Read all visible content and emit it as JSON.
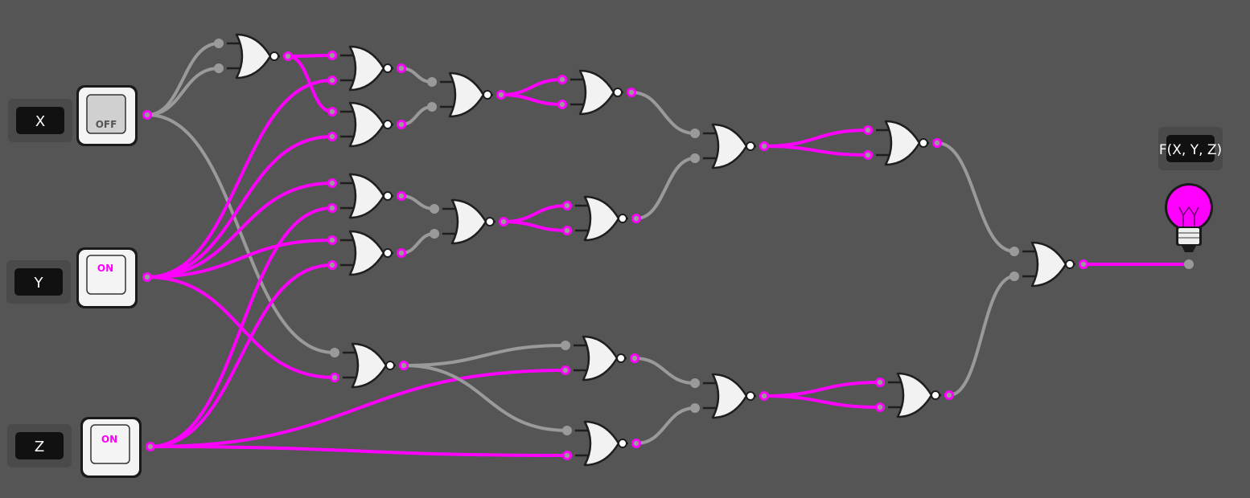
{
  "colors": {
    "background": "#555555",
    "wire_on": "#ff00ff",
    "wire_off": "#9a9a9a",
    "pin_off": "#9a9a9a",
    "gate_fill": "#f2f2f2",
    "gate_stroke": "#1e1e1e",
    "label_bg": "#111111",
    "label_pad": "#4a4a4a",
    "bulb_on": "#ff00ff",
    "switch_off_text": "#555555",
    "switch_on_text": "#ff00ff"
  },
  "inputs": [
    {
      "id": "x",
      "label": "X",
      "state": "OFF"
    },
    {
      "id": "y",
      "label": "Y",
      "state": "ON"
    },
    {
      "id": "z",
      "label": "Z",
      "state": "ON"
    }
  ],
  "output": {
    "label": "F(X, Y, Z)",
    "state": "on",
    "icon": "light-bulb-icon"
  },
  "gate_type": "NOR"
}
